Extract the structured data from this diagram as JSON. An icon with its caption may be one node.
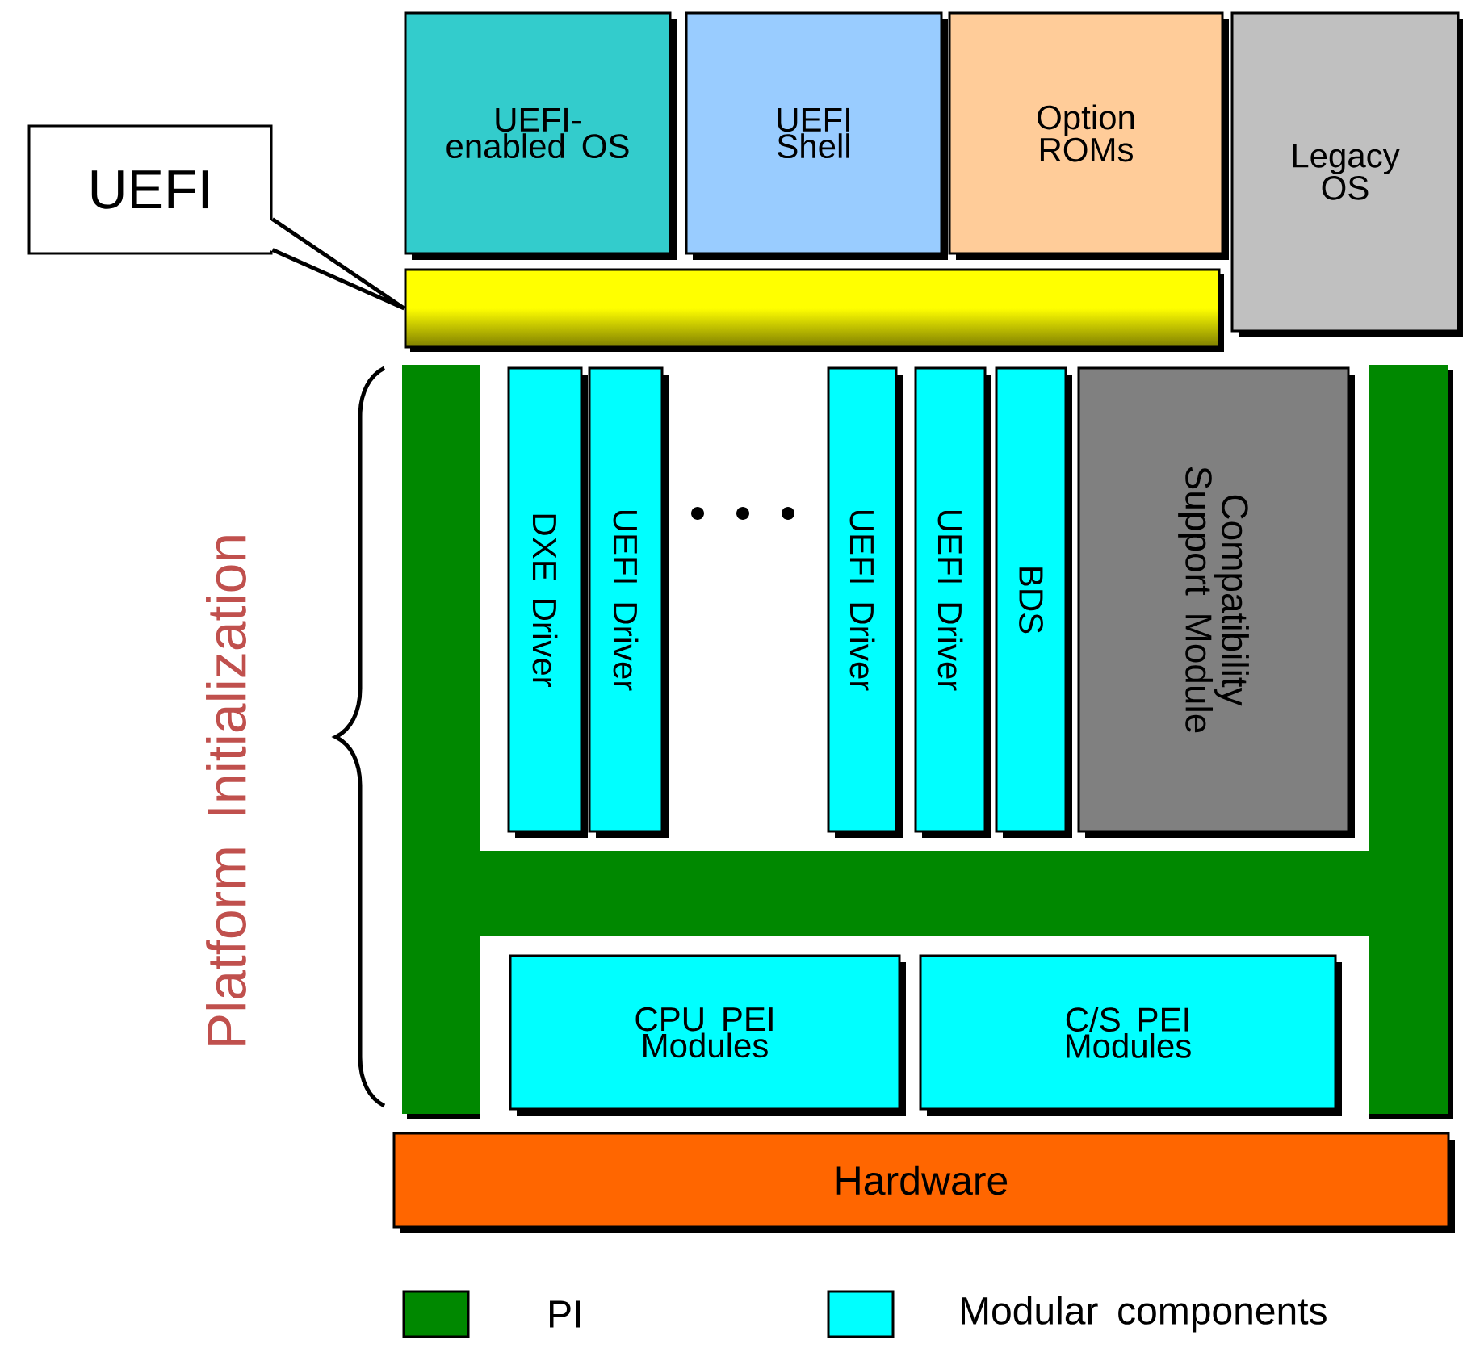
{
  "diagram": {
    "nodes": [
      {
        "text": [
          "UEFI-enabled OS"
        ]
      },
      {
        "text": [
          "UEFI Shell"
        ]
      },
      {
        "text": [
          "Option ROMs"
        ]
      },
      {
        "text": [
          "Legacy OS"
        ]
      },
      {
        "text": [
          "UEFI"
        ]
      },
      {
        "text": [],
        "shape": "bar"
      },
      {
        "text": [],
        "shape": "box"
      },
      {
        "text": [
          "DXE Driver"
        ],
        "in": 6
      },
      {
        "text": [
          "UEFI Driver"
        ],
        "in": 6
      },
      {
        "text": [
          "UEFI Driver"
        ],
        "in": 6
      },
      {
        "text": [
          "UEFI Driver"
        ],
        "in": 6
      },
      {
        "text": [
          "BDS"
        ],
        "in": 6
      },
      {
        "text": [
          "Compatibility Support Module"
        ],
        "in": 6
      },
      {
        "text": [
          "CPU PEI Modules"
        ],
        "in": 6
      },
      {
        "text": [
          "C/S PEI Modules"
        ],
        "in": 6
      },
      {
        "text": [
          "Hardware"
        ]
      }
    ],
    "edges": [
      {
        "from": 4,
        "to": 5,
        "arrow": "none"
      }
    ],
    "labels": [
      "Platform Initialization"
    ],
    "legend": [
      {
        "text": "PI",
        "color": "#008800"
      },
      {
        "text": "Modular components",
        "color": "#00ffff"
      }
    ]
  }
}
